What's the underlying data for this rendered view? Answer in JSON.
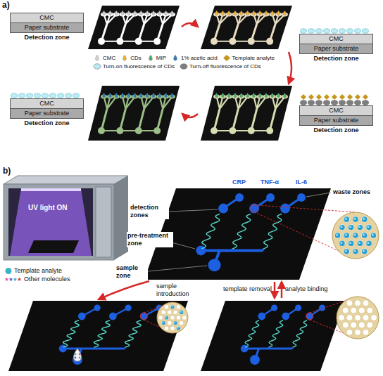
{
  "diagram": {
    "nodes": [
      {
        "text": [
          "CMC"
        ]
      },
      {
        "text": [
          "Paper substrate",
          "Detection zone"
        ]
      },
      {
        "text": [
          "CMC"
        ]
      },
      {
        "text": [
          "Paper substrate",
          "Detection zone"
        ]
      },
      {
        "text": [
          "CMC"
        ]
      },
      {
        "text": [
          "Paper substrate",
          "Detection zone"
        ]
      },
      {
        "text": [
          "CMC"
        ]
      },
      {
        "text": [
          "Paper substrate",
          "Detection zone"
        ]
      }
    ],
    "labels": [
      "a)",
      "b)",
      "UV light ON",
      "CRP",
      "TNF-α",
      "IL-6",
      "detection zones",
      "waste zones",
      "pre-treatment zone",
      "sample zone",
      "sample introduction",
      "template removal",
      "analyte binding"
    ],
    "legend": [
      {
        "text": "CMC",
        "color": "#d4d4d4"
      },
      {
        "text": "CDs",
        "color": "#f2b233"
      },
      {
        "text": "MIP",
        "color": "#4caf6a"
      },
      {
        "text": "1% acetic acid",
        "color": "#2c7fb8"
      },
      {
        "text": "Template analyte",
        "color": "#c8961e"
      },
      {
        "text": "Turn-on fluorescence of CDs",
        "color": "#b9ecf5"
      },
      {
        "text": "Turn-off fluorescence of CDs",
        "color": "#7f7f7f"
      },
      {
        "text": "Template analyte",
        "color": "#39b4c6"
      },
      {
        "text": "Other molecules"
      }
    ]
  }
}
